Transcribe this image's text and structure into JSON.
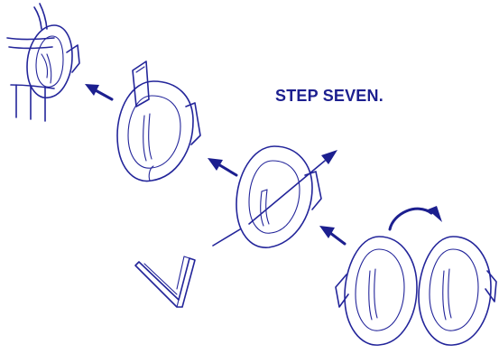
{
  "diagram": {
    "title": "STEP SEVEN.",
    "colors": {
      "ink": "#23259a",
      "title": "#1c1f8f",
      "background": "#ffffff"
    },
    "figures": [
      "tied-loop-on-bar",
      "loop-with-strip",
      "single-loop-with-arrow",
      "v-shape",
      "double-loop-pair"
    ],
    "arrows": [
      "left-arrow",
      "left-arrow",
      "diagonal-arrow",
      "left-arrow",
      "curved-arrow"
    ]
  }
}
